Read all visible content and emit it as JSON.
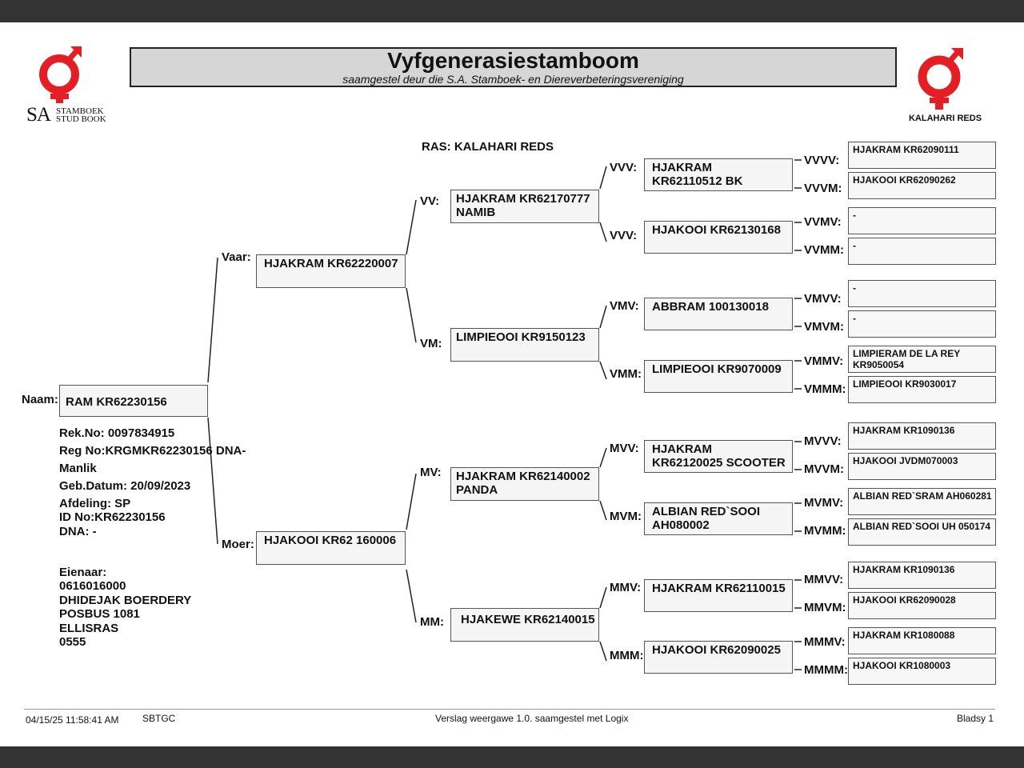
{
  "header": {
    "title": "Vyfgenerasiestamboom",
    "subtitle": "saamgestel deur die S.A. Stamboek- en Diereverbeteringsvereniging"
  },
  "logos": {
    "left_sa": "SA",
    "left_line1": "STAMBOEK",
    "left_line2": "STUD BOOK",
    "right_label": "KALAHARI REDS",
    "brand_color": "#e31e24"
  },
  "breed": "RAS: KALAHARI REDS",
  "animal": {
    "name_label": "Naam:",
    "name": "RAM KR62230156",
    "rek_no": "Rek.No: 0097834915",
    "reg_no": "Reg No:KRGMKR62230156 DNA-",
    "sex": "Manlik",
    "birth": "Geb.Datum: 20/09/2023",
    "section": "Afdeling: SP",
    "id_no": "ID No:KR62230156",
    "dna": "DNA: -"
  },
  "owner": {
    "label": "Eienaar:",
    "number": "0616016000",
    "name": "DHIDEJAK BOERDERY",
    "address1": "POSBUS 1081",
    "address2": "ELLISRAS",
    "code": "0555"
  },
  "gen1": {
    "vaar_label": "Vaar:",
    "vaar": "HJAKRAM KR62220007",
    "moer_label": "Moer:",
    "moer": "HJAKOOI KR62 160006"
  },
  "gen2": {
    "vv_label": "VV:",
    "vv": [
      "HJAKRAM KR62170777",
      "NAMIB"
    ],
    "vm_label": "VM:",
    "vm": "LIMPIEOOI KR9150123",
    "mv_label": "MV:",
    "mv": [
      "HJAKRAM KR62140002",
      "PANDA"
    ],
    "mm_label": "MM:",
    "mm": "HJAKEWE KR62140015"
  },
  "gen3": {
    "vvv_label": "VVV:",
    "vvv": [
      "HJAKRAM",
      "KR62110512 BK"
    ],
    "vvm_label": "VVV:",
    "vvm": "HJAKOOI KR62130168",
    "vmv_label": "VMV:",
    "vmv": "ABBRAM 100130018",
    "vmm_label": "VMM:",
    "vmm": "LIMPIEOOI KR9070009",
    "mvv_label": "MVV:",
    "mvv": [
      "HJAKRAM",
      "KR62120025 SCOOTER"
    ],
    "mvm_label": "MVM:",
    "mvm": [
      "ALBIAN RED`SOOI",
      "AH080002"
    ],
    "mmv_label": "MMV:",
    "mmv": "HJAKRAM KR62110015",
    "mmm_label": "MMM:",
    "mmm": "HJAKOOI KR62090025"
  },
  "gen4": [
    {
      "label": "VVVV:",
      "value": "HJAKRAM KR62090111"
    },
    {
      "label": "VVVM:",
      "value": "HJAKOOI KR62090262"
    },
    {
      "label": "VVMV:",
      "value": "-"
    },
    {
      "label": "VVMM:",
      "value": "-"
    },
    {
      "label": "VMVV:",
      "value": "-"
    },
    {
      "label": "VMVM:",
      "value": "-"
    },
    {
      "label": "VMMV:",
      "value": "LIMPIERAM DE LA REY",
      "value2": "KR9050054"
    },
    {
      "label": "VMMM:",
      "value": "LIMPIEOOI KR9030017"
    },
    {
      "label": "MVVV:",
      "value": "HJAKRAM KR1090136"
    },
    {
      "label": "MVVM:",
      "value": "HJAKOOI JVDM070003"
    },
    {
      "label": "MVMV:",
      "value": "ALBIAN RED`SRAM AH060281"
    },
    {
      "label": "MVMM:",
      "value": "ALBIAN RED`SOOI UH 050174"
    },
    {
      "label": "MMVV:",
      "value": "HJAKRAM KR1090136"
    },
    {
      "label": "MMVM:",
      "value": "HJAKOOI KR62090028"
    },
    {
      "label": "MMMV:",
      "value": "HJAKRAM KR1080088"
    },
    {
      "label": "MMMM:",
      "value": "HJAKOOI KR1080003"
    }
  ],
  "footer": {
    "timestamp": "04/15/25 11:58:41 AM",
    "code": "SBTGC",
    "version": "Verslag weergawe 1.0. saamgestel met Logix",
    "page": "Bladsy 1"
  }
}
